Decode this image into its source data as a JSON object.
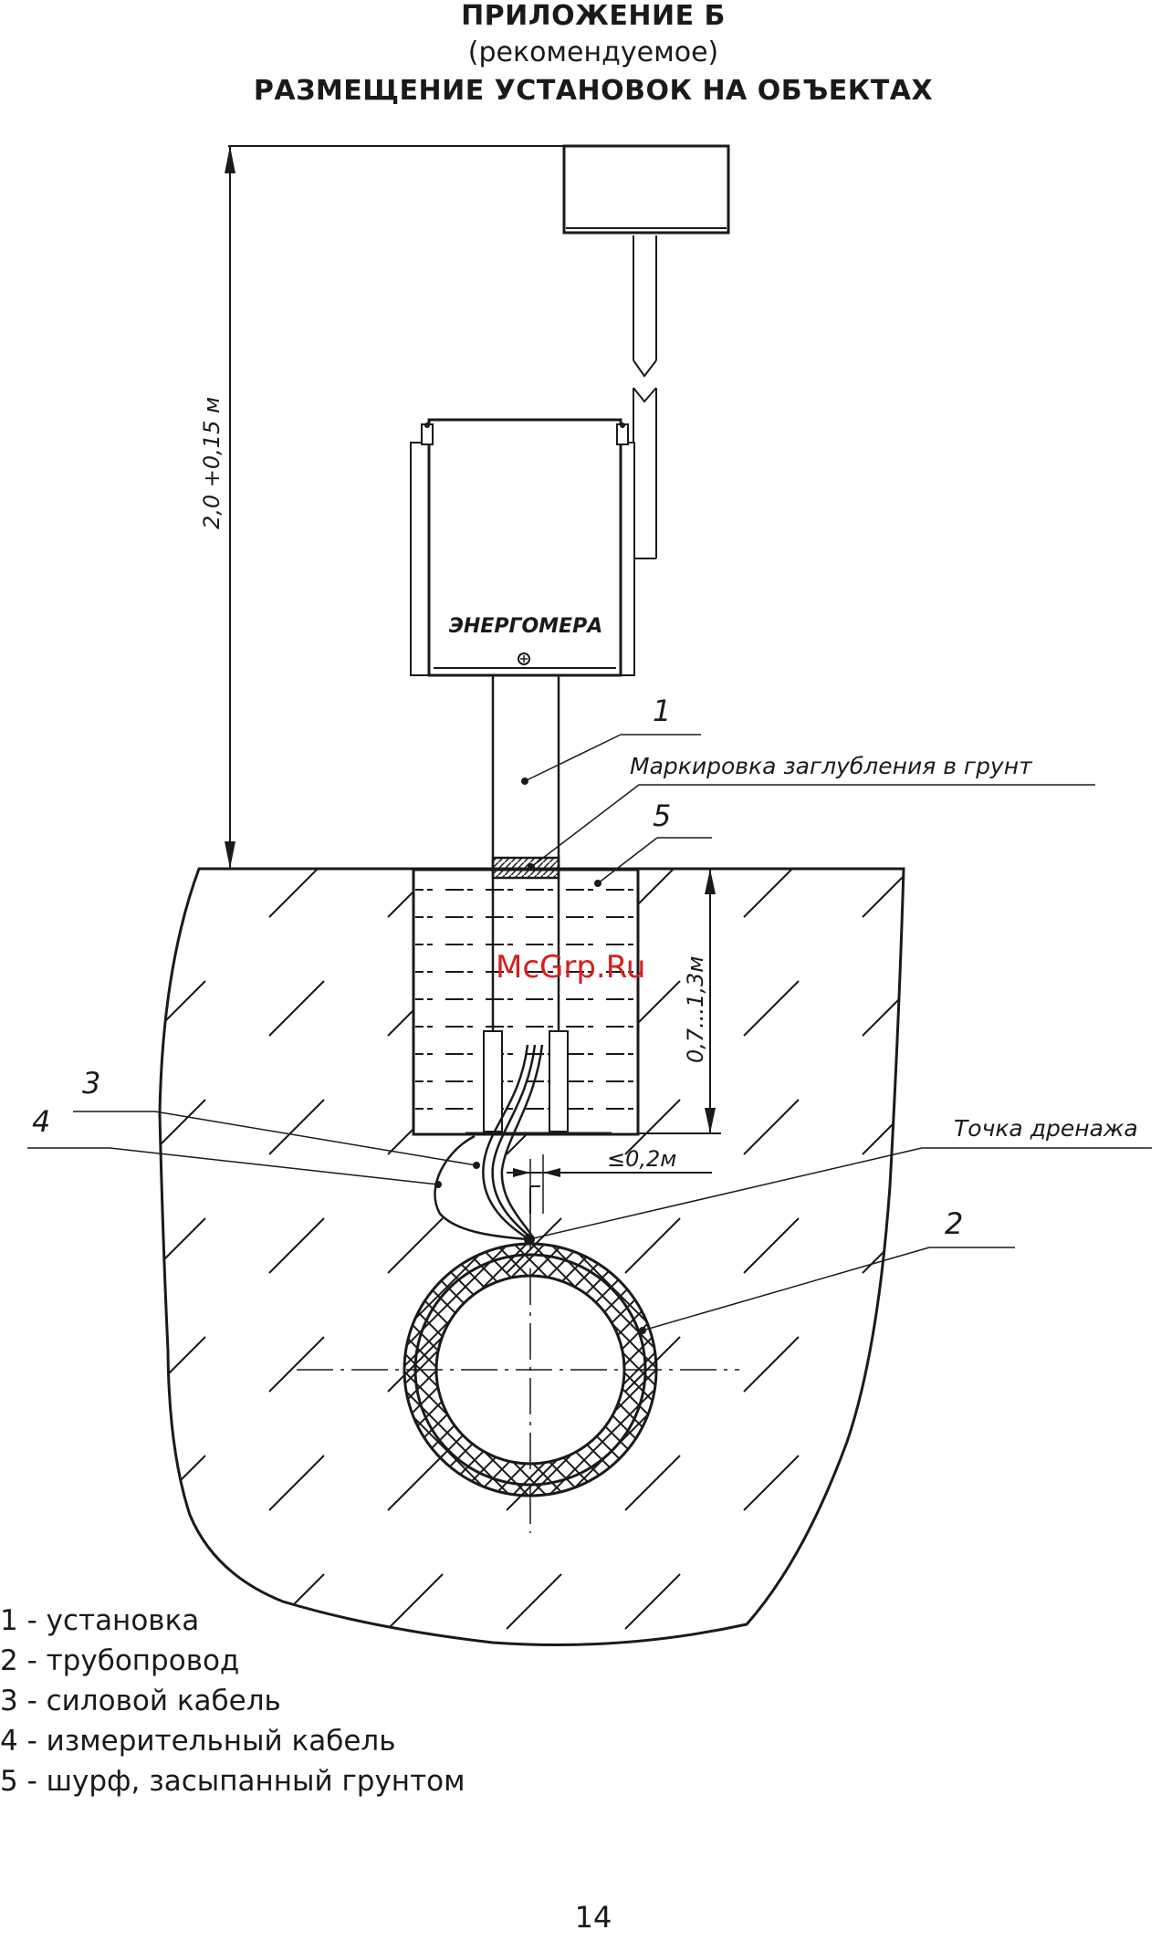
{
  "header": {
    "appendix": "ПРИЛОЖЕНИЕ Б",
    "status": "(рекомендуемое)",
    "title": "РАЗМЕЩЕНИЕ УСТАНОВОК НА ОБЪЕКТАХ"
  },
  "diagram": {
    "brand": "ЭНЕРГОМЕРА",
    "height_dimension": "2,0 +0,15 м",
    "depth_dimension": "0,7...1,3м",
    "offset_dimension": "≤0,2м",
    "marking_label": "Маркировка заглубления в грунт",
    "drain_label": "Точка дренажа",
    "callouts": [
      "1",
      "2",
      "3",
      "4",
      "5"
    ]
  },
  "legend": [
    "1 - установка",
    "2 - трубопровод",
    "3 - силовой кабель",
    "4 - измерительный кабель",
    "5 - шурф, засыпанный грунтом"
  ],
  "watermark": "McGrp.Ru",
  "page_number": "14"
}
